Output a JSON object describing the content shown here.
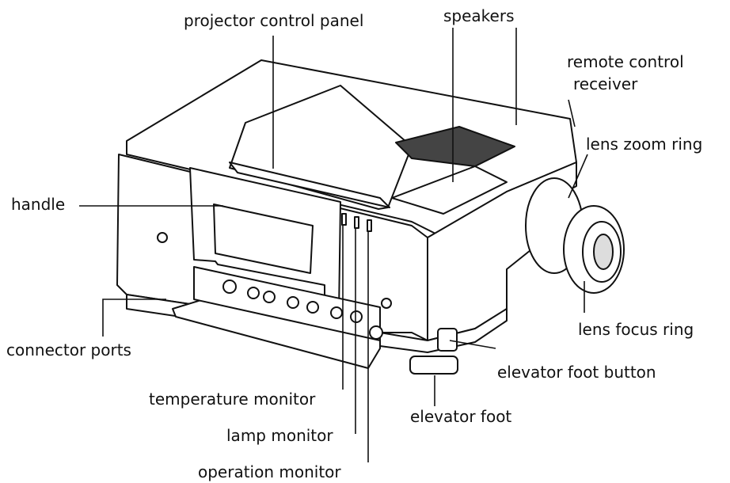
{
  "labels": {
    "projector_control_panel": "projector control panel",
    "speakers": "speakers",
    "remote_control_receiver_1": "remote control",
    "remote_control_receiver_2": "receiver",
    "lens_zoom_ring": "lens zoom ring",
    "handle": "handle",
    "lens_focus_ring": "lens focus ring",
    "connector_ports": "connector ports",
    "elevator_foot_button": "elevator foot button",
    "temperature_monitor": "temperature monitor",
    "elevator_foot": "elevator foot",
    "lamp_monitor": "lamp monitor",
    "operation_monitor": "operation monitor"
  },
  "colors": {
    "line": "#111111",
    "fill": "#ffffff"
  }
}
